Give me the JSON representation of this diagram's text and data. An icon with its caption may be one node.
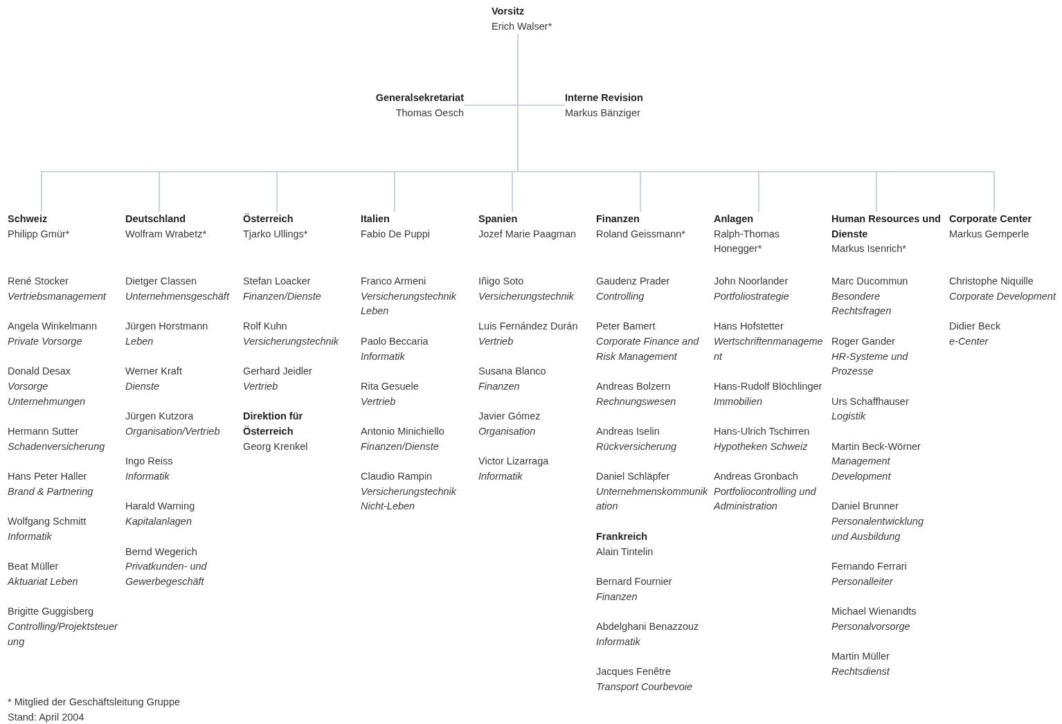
{
  "diagram": {
    "nodes": [
      {
        "text": [
          "Vorsitz",
          "Erich Walser*"
        ]
      },
      {
        "text": [
          "Generalsekretariat",
          "Thomas Oesch"
        ]
      },
      {
        "text": [
          "Interne Revision",
          "Markus Bänziger"
        ]
      },
      {
        "text": [
          "Schweiz",
          "Philipp Gmür*"
        ]
      },
      {
        "text": [
          "Deutschland",
          "Wolfram Wrabetz*"
        ]
      },
      {
        "text": [
          "Österreich",
          "Tjarko Ullings*"
        ]
      },
      {
        "text": [
          "Italien",
          "Fabio De Puppi"
        ]
      },
      {
        "text": [
          "Spanien",
          "Jozef Marie Paagman"
        ]
      },
      {
        "text": [
          "Finanzen",
          "Roland Geissmann*"
        ]
      },
      {
        "text": [
          "Anlagen",
          "Ralph-Thomas Honegger*"
        ]
      },
      {
        "text": [
          "Human Resources und Dienste",
          "Markus Isenrich*"
        ]
      },
      {
        "text": [
          "Corporate Center",
          "Markus Gemperle"
        ]
      }
    ],
    "edges": [
      {
        "from": 0,
        "to": 1,
        "arrow": "none"
      },
      {
        "from": 0,
        "to": 2,
        "arrow": "none"
      },
      {
        "from": 0,
        "to": 3,
        "arrow": "none"
      },
      {
        "from": 0,
        "to": 4,
        "arrow": "none"
      },
      {
        "from": 0,
        "to": 5,
        "arrow": "none"
      },
      {
        "from": 0,
        "to": 6,
        "arrow": "none"
      },
      {
        "from": 0,
        "to": 7,
        "arrow": "none"
      },
      {
        "from": 0,
        "to": 8,
        "arrow": "none"
      },
      {
        "from": 0,
        "to": 9,
        "arrow": "none"
      },
      {
        "from": 0,
        "to": 10,
        "arrow": "none"
      },
      {
        "from": 0,
        "to": 11,
        "arrow": "none"
      }
    ],
    "labels": [
      "René Stocker",
      "Vertriebsmanagement",
      "Angela Winkelmann",
      "Private Vorsorge",
      "Donald Desax",
      "Vorsorge Unternehmungen",
      "Hermann Sutter",
      "Schadenversicherung",
      "Hans Peter Haller",
      "Brand & Partnering",
      "Wolfgang Schmitt",
      "Informatik",
      "Beat Müller",
      "Aktuariat Leben",
      "Brigitte Guggisberg",
      "Controlling/Projektsteuerung",
      "Dietger Classen",
      "Unternehmensgeschäft",
      "Jürgen Horstmann",
      "Leben",
      "Werner Kraft",
      "Dienste",
      "Jürgen Kutzora",
      "Organisation/Vertrieb",
      "Ingo Reiss",
      "Informatik",
      "Harald Warning",
      "Kapitalanlagen",
      "Bernd Wegerich",
      "Privatkunden- und Gewerbegeschäft",
      "Stefan Loacker",
      "Finanzen/Dienste",
      "Rolf Kuhn",
      "Versicherungstechnik",
      "Gerhard Jeidler",
      "Vertrieb",
      "Direktion für Österreich",
      "Georg Krenkel",
      "Franco Armeni",
      "Versicherungstechnik Leben",
      "Paolo Beccaria",
      "Informatik",
      "Rita Gesuele",
      "Vertrieb",
      "Antonio Minichiello",
      "Finanzen/Dienste",
      "Claudio Rampin",
      "Versicherungstechnik Nicht-Leben",
      "Iñigo Soto",
      "Versicherungstechnik",
      "Luis Fernández Durán",
      "Vertrieb",
      "Susana Blanco",
      "Finanzen",
      "Javier Gómez",
      "Organisation",
      "Victor Lizarraga",
      "Informatik",
      "Gaudenz Prader",
      "Controlling",
      "Peter Bamert",
      "Corporate Finance and Risk Management",
      "Andreas Bolzern",
      "Rechnungswesen",
      "Andreas Iselin",
      "Rückversicherung",
      "Daniel Schläpfer",
      "Unternehmenskommunikation",
      "Frankreich",
      "Alain Tintelin",
      "Bernard Fournier",
      "Finanzen",
      "Abdelghani Benazzouz",
      "Informatik",
      "Jacques Fenêtre",
      "Transport Courbevoie",
      "John Noorlander",
      "Portfoliostrategie",
      "Hans Hofstetter",
      "Wertschriftenmanagement",
      "Hans-Rudolf Blöchlinger",
      "Immobilien",
      "Hans-Ulrich Tschirren",
      "Hypotheken Schweiz",
      "Andreas Gronbach",
      "Portfoliocontrolling und Administration",
      "Marc Ducommun",
      "Besondere Rechtsfragen",
      "Roger Gander",
      "HR-Systeme und Prozesse",
      "Urs Schaffhauser",
      "Logistik",
      "Martin Beck-Wörner",
      "Management Development",
      "Daniel Brunner",
      "Personalentwicklung und Ausbildung",
      "Fernando Ferrari",
      "Personalleiter",
      "Michael Wienandts",
      "Personalvorsorge",
      "Martin Müller",
      "Rechtsdienst",
      "Christophe Niquille",
      "Corporate Development",
      "Didier Beck",
      "e-Center",
      "* Mitglied der Geschäftsleitung Gruppe",
      "Stand: April 2004"
    ]
  }
}
